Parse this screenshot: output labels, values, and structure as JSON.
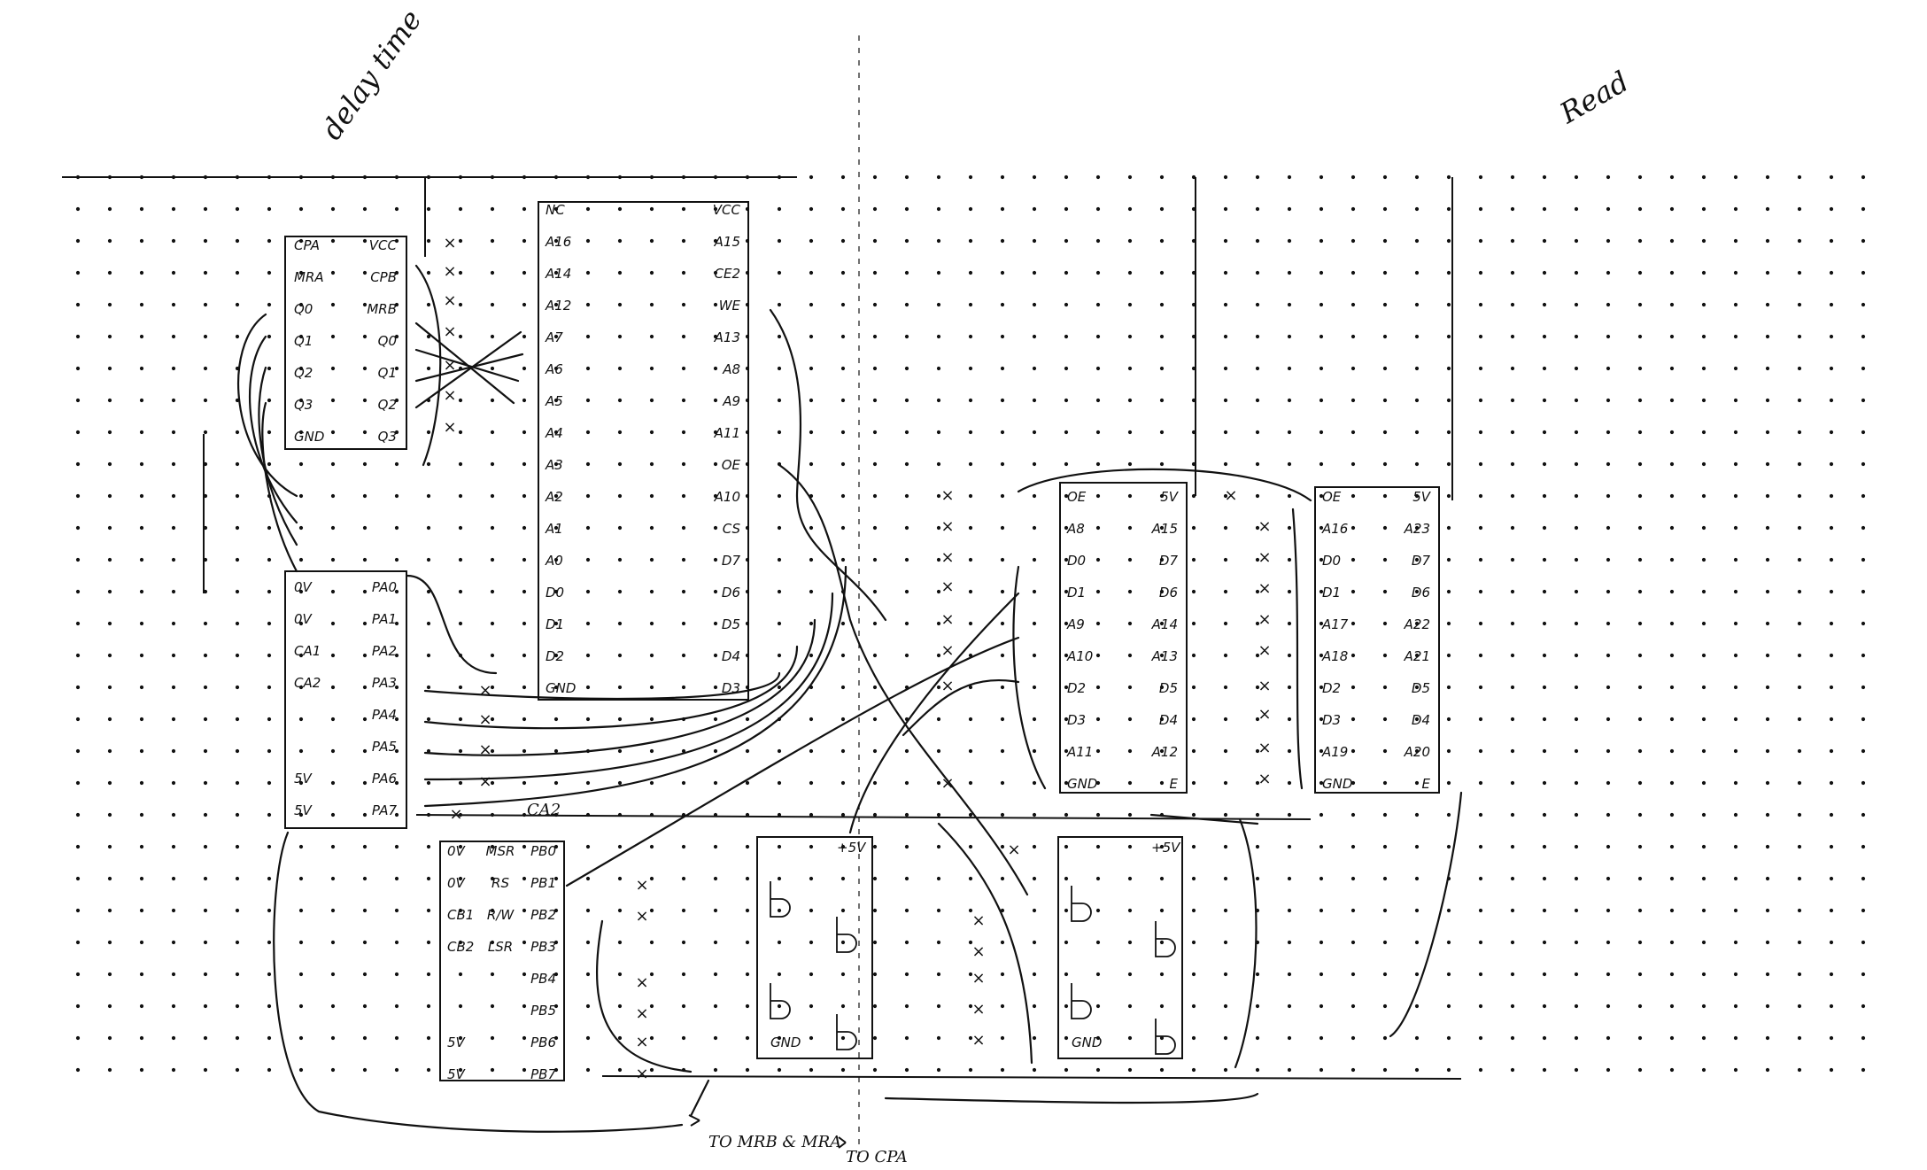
{
  "annotations": {
    "delay_note": "delay time",
    "read_note": "Read",
    "arrow_to_mrb": "TO MRB & MRA",
    "arrow_to_cpa": "TO CPA"
  },
  "chips": [
    {
      "id": "counter-74ls393",
      "left_pins": [
        "CPA",
        "MRA",
        "Q0",
        "Q1",
        "Q2",
        "Q3",
        "GND"
      ],
      "right_pins": [
        "VCC",
        "CPB",
        "MRB",
        "Q0",
        "Q1",
        "Q2",
        "Q3"
      ]
    },
    {
      "id": "memory-32pin",
      "left_pins": [
        "NC",
        "A16",
        "A14",
        "A12",
        "A7",
        "A6",
        "A5",
        "A4",
        "A3",
        "A2",
        "A1",
        "A0",
        "D0",
        "D1",
        "D2",
        "GND"
      ],
      "right_pins": [
        "VCC",
        "A15",
        "CE2",
        "WE",
        "A13",
        "A8",
        "A9",
        "A11",
        "OE",
        "A10",
        "CS",
        "D7",
        "D6",
        "D5",
        "D4",
        "D3"
      ]
    },
    {
      "id": "pia-port-a",
      "left_pins": [
        "0V",
        "0V",
        "CA1",
        "CA2",
        "",
        "",
        "5V",
        "5V"
      ],
      "right_pins": [
        "PA0",
        "PA1",
        "PA2",
        "PA3",
        "PA4",
        "PA5",
        "PA6",
        "PA7"
      ]
    },
    {
      "id": "pia-port-b",
      "left_pins": [
        "0V",
        "0V",
        "CB1",
        "CB2",
        "",
        "",
        "5V",
        "5V"
      ],
      "mid_pins": [
        "MSR",
        "RS",
        "R/W",
        "LSR",
        "",
        "",
        "",
        ""
      ],
      "right_pins": [
        "PB0",
        "PB1",
        "PB2",
        "PB3",
        "PB4",
        "PB5",
        "PB6",
        "PB7"
      ]
    },
    {
      "id": "eprom-a",
      "left_pins": [
        "OE",
        "A8",
        "D0",
        "D1",
        "A9",
        "A10",
        "D2",
        "D3",
        "A11",
        "GND"
      ],
      "right_pins": [
        "5V",
        "A15",
        "D7",
        "D6",
        "A14",
        "A13",
        "D5",
        "D4",
        "A12",
        "E"
      ]
    },
    {
      "id": "eprom-b",
      "left_pins": [
        "OE",
        "A16",
        "D0",
        "D1",
        "A17",
        "A18",
        "D2",
        "D3",
        "A19",
        "GND"
      ],
      "right_pins": [
        "5V",
        "A23",
        "D7",
        "D6",
        "A22",
        "A21",
        "D5",
        "D4",
        "A20",
        "E"
      ]
    },
    {
      "id": "gate-chip-left",
      "top_label": "+5V",
      "bottom_label": "GND"
    },
    {
      "id": "gate-chip-right",
      "top_label": "+5V",
      "bottom_label": "GND"
    }
  ],
  "bus_labels": {
    "ca2_label": "CA2"
  }
}
